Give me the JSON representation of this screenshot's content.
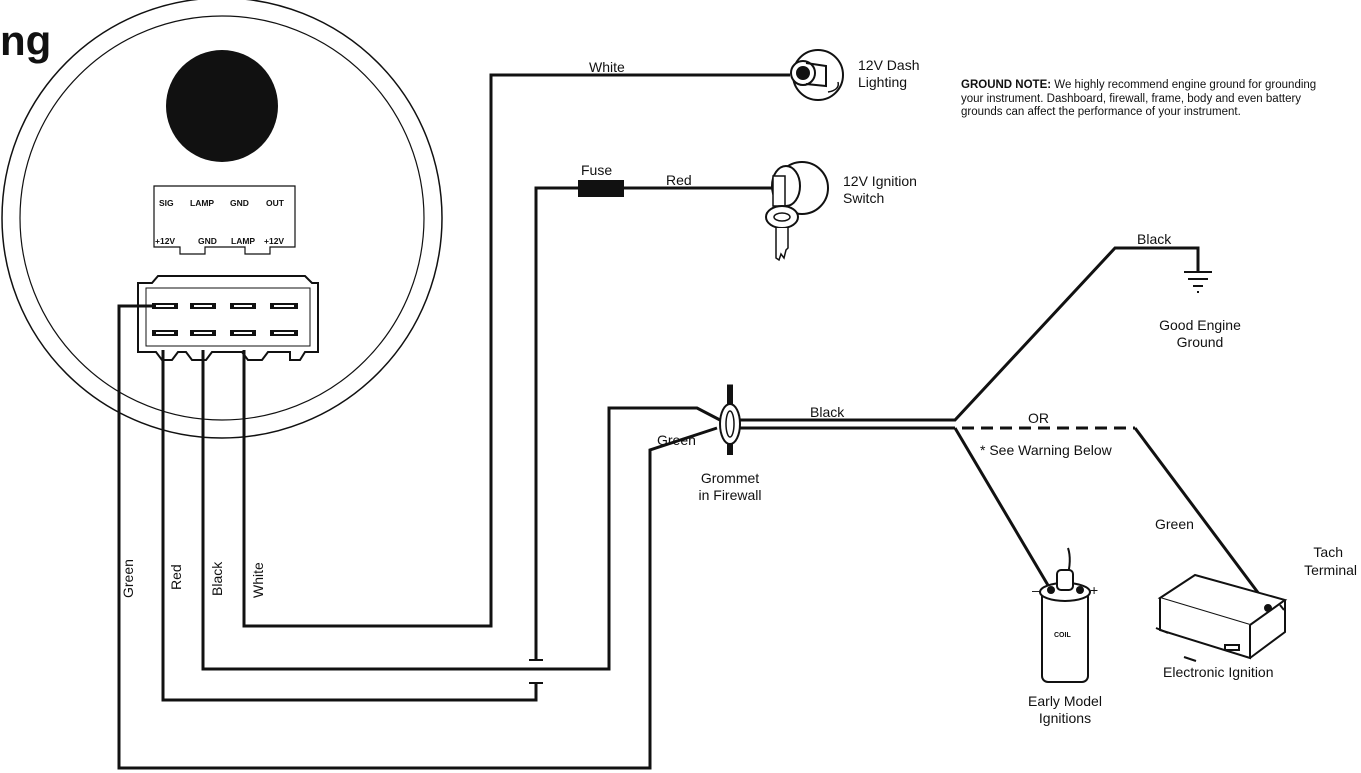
{
  "title_fragment": "ng",
  "gauge": {
    "top_pins": [
      "SIG",
      "LAMP",
      "GND",
      "OUT"
    ],
    "bottom_pins": [
      "+12V",
      "GND",
      "LAMP",
      "+12V"
    ]
  },
  "wires": {
    "vertical": [
      "Green",
      "Red",
      "Black",
      "White"
    ],
    "white": "White",
    "fuse": "Fuse",
    "red": "Red",
    "black_to_ground": "Black",
    "black_main": "Black",
    "green_firewall": "Green",
    "or": "OR",
    "warning": "* See Warning Below",
    "green_ignition": "Green"
  },
  "components": {
    "dash_lighting": [
      "12V Dash",
      "Lighting"
    ],
    "ignition_switch": [
      "12V Ignition",
      "Switch"
    ],
    "engine_ground": [
      "Good Engine",
      "Ground"
    ],
    "grommet": [
      "Grommet",
      "in Firewall"
    ],
    "coil_label": "COIL",
    "coil_minus": "–",
    "coil_plus": "+",
    "early_model": [
      "Early Model",
      "Ignitions"
    ],
    "electronic_ignition": "Electronic Ignition",
    "tach_terminal": [
      "Tach",
      "Terminal"
    ]
  },
  "ground_note": {
    "heading": "GROUND NOTE:",
    "text": "We highly recommend engine ground for grounding your instrument. Dashboard, firewall, frame, body and even battery grounds can affect the performance of your instrument."
  },
  "colors": {
    "ink": "#111111",
    "background": "#ffffff"
  }
}
